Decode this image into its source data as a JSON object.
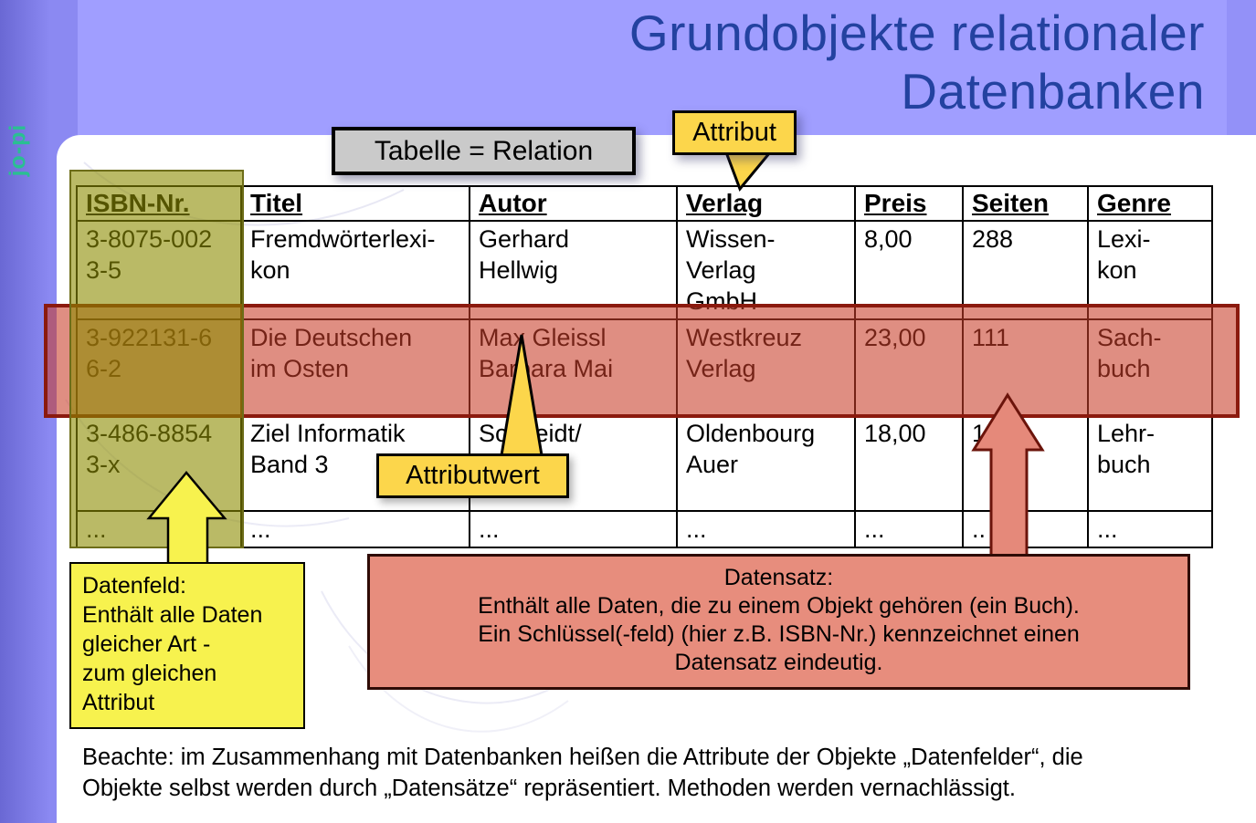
{
  "colors": {
    "background_periwinkle": "#9391f8",
    "band_periwinkle": "#a09eff",
    "title_blue": "#2342a0",
    "brand_green": "#2abf92",
    "callout_yellow": "#fcd64b",
    "note_yellow": "#f7f24e",
    "record_salmon": "#e78d7d",
    "record_border_red": "#8b1a0e",
    "field_olive_overlay": "#8c8c00",
    "gray_box": "#cacaca"
  },
  "header": {
    "title": "Grundobjekte relationaler\nDatenbanken",
    "side_label": "jo-pi"
  },
  "callouts": {
    "table_label": "Tabelle = Relation",
    "attribut_label": "Attribut",
    "attributwert_label": "Attributwert",
    "datenfeld_text": "Datenfeld:\nEnthält alle Daten\ngleicher Art -\nzum gleichen\nAttribut",
    "datensatz_text": "Datensatz:\nEnthält alle Daten, die zu einem Objekt gehören (ein Buch).\nEin Schlüssel(-feld) (hier z.B. ISBN-Nr.) kennzeichnet einen\nDatensatz eindeutig."
  },
  "table": {
    "headers": [
      "ISBN-Nr.",
      "Titel",
      "Autor",
      "Verlag",
      "Preis",
      "Seiten",
      "Genre"
    ],
    "rows": [
      [
        "3-8075-002\n3-5",
        "Fremdwörterlexi-\nkon",
        "Gerhard\nHellwig",
        "Wissen-\nVerlag\nGmbH",
        "8,00",
        "288",
        "Lexi-\nkon"
      ],
      [
        "3-922131-6\n6-2",
        "Die Deutschen\nim Osten",
        "Max Gleissl\nBarbara Mai",
        "Westkreuz\nVerlag",
        "23,00",
        "111",
        "Sach-\nbuch"
      ],
      [
        "3-486-8854\n3-x",
        "Ziel Informatik\nBand 3",
        "Schneidt/\nTramski",
        "Oldenbourg\nAuer",
        "18,00",
        "166",
        "Lehr-\nbuch"
      ],
      [
        "...",
        "...",
        "...",
        "...",
        "...",
        "..",
        "..."
      ]
    ]
  },
  "footer": {
    "note": "Beachte: im Zusammenhang mit Datenbanken heißen die Attribute der Objekte „Datenfelder“, die\nObjekte selbst werden durch „Datensätze“ repräsentiert. Methoden werden vernachlässigt."
  }
}
